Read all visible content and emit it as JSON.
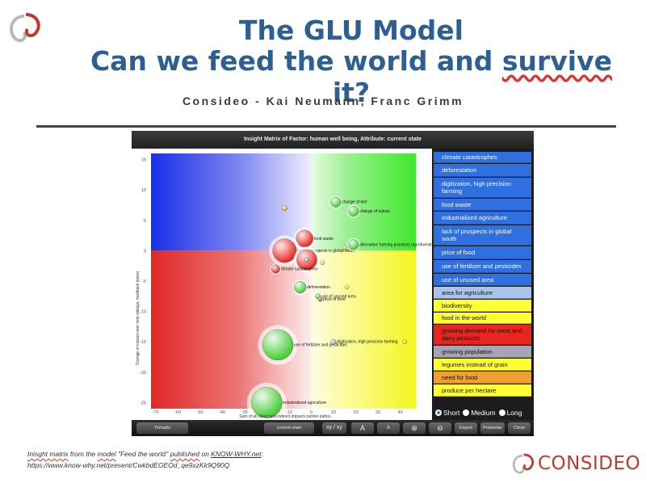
{
  "slide": {
    "title_line1": "The GLU Model",
    "title_line2_pre": "Can we feed the world and ",
    "title_line2_word": "survive",
    "title_line2_post": " it?",
    "subtitle": "Consideo - Kai Neumann, Franc Grimm"
  },
  "app": {
    "window_title": "Insight Matrix of Factor: human well being, Attribute: current state",
    "y_axis_label": "Change of impact over time (delays, feedback loops)",
    "x_axis_label": "Sum of all direct and indirect impacts (action paths)",
    "x_ticks": [
      "-70",
      "-60",
      "-50",
      "-40",
      "-30",
      "-20",
      "-10",
      "0",
      "10",
      "20",
      "30",
      "40"
    ],
    "y_ticks": [
      "15",
      "10",
      "5",
      "0",
      "-5",
      "-10",
      "-15",
      "-20",
      "-25"
    ],
    "legend": [
      {
        "label": "climate catastrophes",
        "color": "#2f6fe0",
        "text": "light"
      },
      {
        "label": "deforestation",
        "color": "#2f6fe0",
        "text": "light"
      },
      {
        "label": "digitization, high precision farming",
        "color": "#2f6fe0",
        "text": "light"
      },
      {
        "label": "food waste",
        "color": "#2f6fe0",
        "text": "light"
      },
      {
        "label": "industrialized agriculture",
        "color": "#2f6fe0",
        "text": "light"
      },
      {
        "label": "lack of prospects in global south",
        "color": "#2f6fe0",
        "text": "light"
      },
      {
        "label": "price of food",
        "color": "#2f6fe0",
        "text": "light"
      },
      {
        "label": "use of fertilizer and pesticides",
        "color": "#2f6fe0",
        "text": "light"
      },
      {
        "label": "use of unused area",
        "color": "#2f6fe0",
        "text": "light"
      },
      {
        "label": "area for agriculture",
        "color": "#a9c4ea",
        "text": "dark"
      },
      {
        "label": "biodiversity",
        "color": "#ffff33",
        "text": "dark"
      },
      {
        "label": "food in the world",
        "color": "#ffff33",
        "text": "dark"
      },
      {
        "label": "growing demand for meat and dairy products",
        "color": "#e8261e",
        "text": "dark"
      },
      {
        "label": "growing population",
        "color": "#a5a5b5",
        "text": "dark"
      },
      {
        "label": "legumes instead of grain",
        "color": "#ffff33",
        "text": "dark"
      },
      {
        "label": "need for food",
        "color": "#f0a030",
        "text": "dark"
      },
      {
        "label": "produce per hectare",
        "color": "#ffff33",
        "text": "dark"
      }
    ],
    "modes": {
      "short": "Short",
      "medium": "Medium",
      "long": "Long",
      "selected": "Short"
    },
    "toolbar": {
      "scenario": "Tornado",
      "state": "current state",
      "axes": "xy / xy",
      "font_up": "A",
      "font_down": "A",
      "zoom_in": "+",
      "zoom_out": "−",
      "export": "Export",
      "presenter": "Presenter",
      "close": "Close"
    }
  },
  "chart_data": {
    "type": "scatter",
    "x_range": [
      -72,
      47
    ],
    "y_range": [
      -26,
      16
    ],
    "points": [
      {
        "label": "change of diet",
        "x": 11,
        "y": 8,
        "r": 3,
        "color": "#44cc33"
      },
      {
        "label": "change of values",
        "x": 19,
        "y": 6.5,
        "r": 3,
        "color": "#44cc33"
      },
      {
        "label": "",
        "x": -12,
        "y": 7,
        "r": 1.5,
        "color": "#e8a020"
      },
      {
        "label": "food waste",
        "x": -3,
        "y": 2,
        "r": 5,
        "color": "#e8261e"
      },
      {
        "label": "lack of prospects in global south",
        "x": -12,
        "y": 0,
        "r": 7,
        "color": "#e8261e"
      },
      {
        "label": "alternative farming practices (agroforestry)",
        "x": 19,
        "y": 1,
        "r": 3,
        "color": "#44cc33"
      },
      {
        "label": "",
        "x": 15,
        "y": 0.5,
        "r": 1.2,
        "color": "#e8d020"
      },
      {
        "label": "",
        "x": -2,
        "y": -1.5,
        "r": 6,
        "color": "#e8261e"
      },
      {
        "label": "",
        "x": 5,
        "y": -2,
        "r": 1.2,
        "color": "#e8d020"
      },
      {
        "label": "",
        "x": -2,
        "y": -1.5,
        "r": 1.2,
        "color": "#8aa0c0"
      },
      {
        "label": "climate catastrophes",
        "x": -16,
        "y": -3,
        "r": 2.5,
        "color": "#e8261e"
      },
      {
        "label": "deforestation",
        "x": -5,
        "y": -6,
        "r": 3.5,
        "color": "#44cc33"
      },
      {
        "label": "",
        "x": 16,
        "y": -6,
        "r": 1.2,
        "color": "#e8d020"
      },
      {
        "label": "use of unused area",
        "x": 3,
        "y": -7.5,
        "r": 1.5,
        "color": "#44cc33"
      },
      {
        "label": "price of food",
        "x": 4,
        "y": -8,
        "r": 1.2,
        "color": "#e8261e"
      },
      {
        "label": "use of fertilizer and pesticides",
        "x": -15,
        "y": -15.5,
        "r": 9,
        "color": "#44cc33"
      },
      {
        "label": "digitization, high precision farming",
        "x": 10,
        "y": -15,
        "r": 1.5,
        "color": "#8aa0c0"
      },
      {
        "label": "",
        "x": 42,
        "y": -15,
        "r": 1.2,
        "color": "#e8d020"
      },
      {
        "label": "industrialized agriculture",
        "x": -20,
        "y": -25,
        "r": 9,
        "color": "#44cc33"
      }
    ]
  },
  "footer": {
    "w1": "Inisght matrix",
    "t1": " from the ",
    "w2": "model",
    "t2": " \"Feed the world\"  ",
    "w3": "published",
    "t3": " on ",
    "w4": "KNOW-WHY.net",
    "t4": ":",
    "url": "https://www.know-why.net/present/CwkbdEOEOd_qe9xzKk9Q90Q"
  },
  "brand": {
    "name": "CONSIDEO"
  }
}
